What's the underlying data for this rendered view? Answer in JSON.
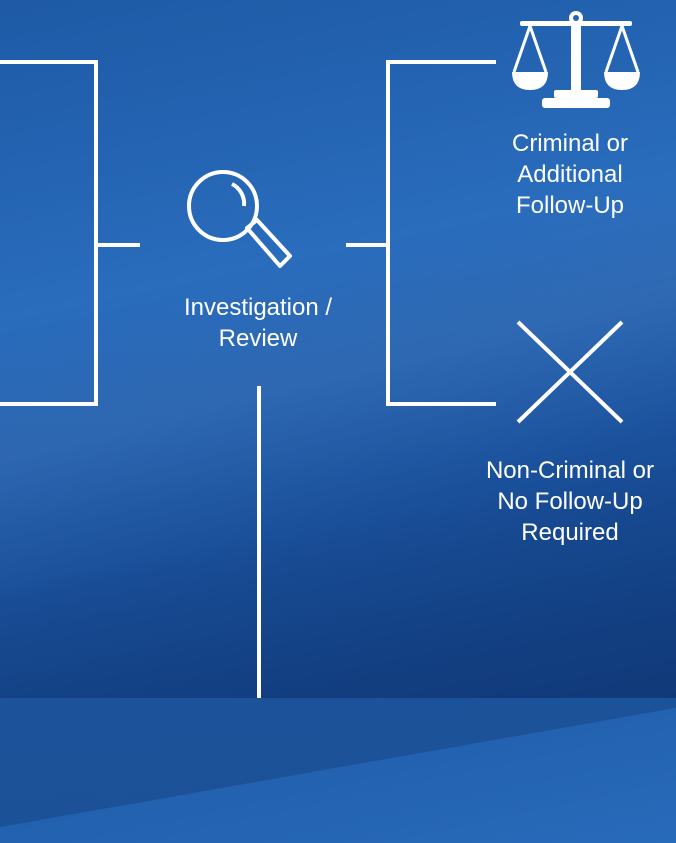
{
  "nodes": {
    "investigation": {
      "line1": "Investigation /",
      "line2": "Review"
    },
    "criminal": {
      "line1": "Criminal or",
      "line2": "Additional",
      "line3": "Follow-Up"
    },
    "non_criminal": {
      "line1": "Non-Criminal or",
      "line2": "No Follow-Up",
      "line3": "Required"
    }
  },
  "icons": {
    "investigation": "magnifying-glass-icon",
    "criminal": "scales-of-justice-icon",
    "non_criminal": "x-mark-icon"
  },
  "colors": {
    "background": "#2464b2",
    "lines": "#ffffff",
    "text": "#ffffff"
  }
}
